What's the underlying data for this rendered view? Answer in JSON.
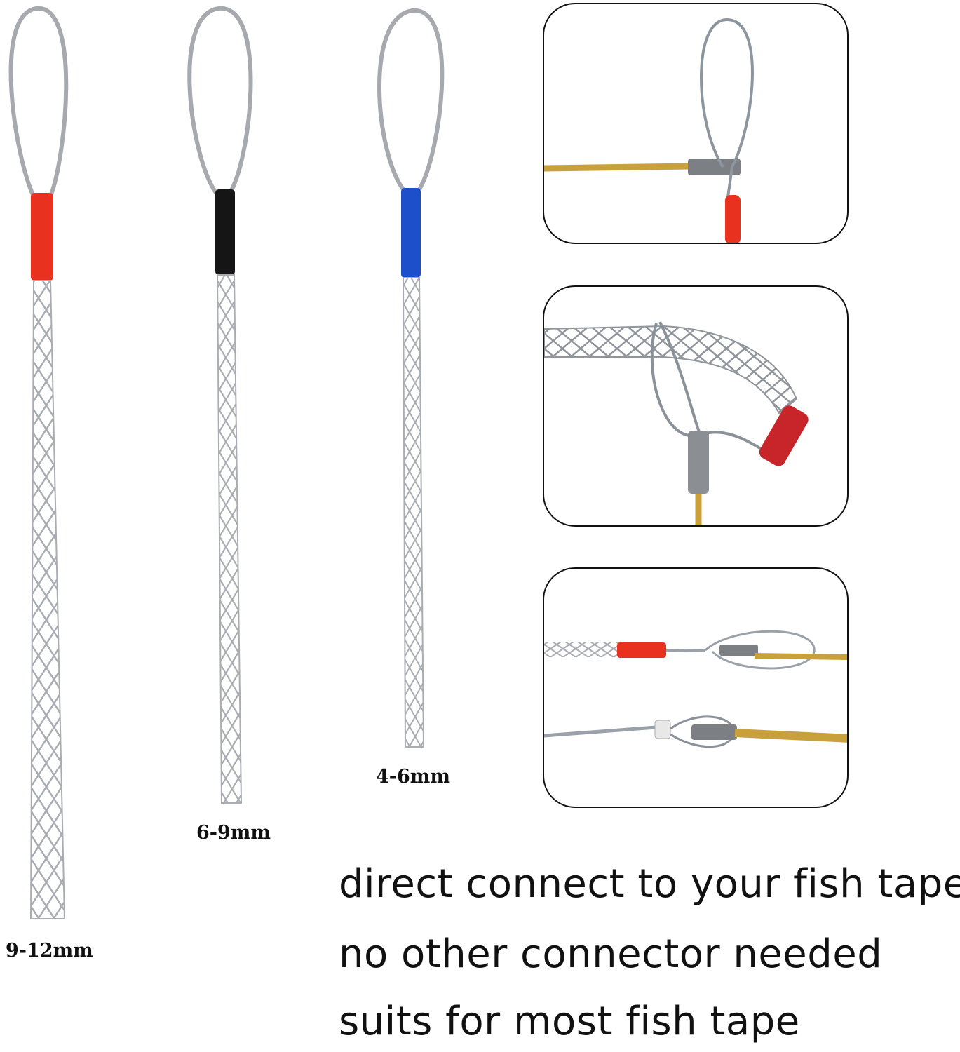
{
  "products": [
    {
      "size_label": "9-12mm",
      "sleeve_color": "#e8321f",
      "sleeve_name": "red"
    },
    {
      "size_label": "6-9mm",
      "sleeve_color": "#151515",
      "sleeve_name": "black"
    },
    {
      "size_label": "4-6mm",
      "sleeve_color": "#1c4fc9",
      "sleeve_name": "blue"
    }
  ],
  "colors": {
    "wire": "#9fa3a8",
    "tape": "#c9a13c",
    "sleeve_red": "#e8321f"
  },
  "captions": {
    "line1": "direct connect to your fish tape",
    "line2": "no other connector needed",
    "line3": "suits for most fish tape"
  }
}
